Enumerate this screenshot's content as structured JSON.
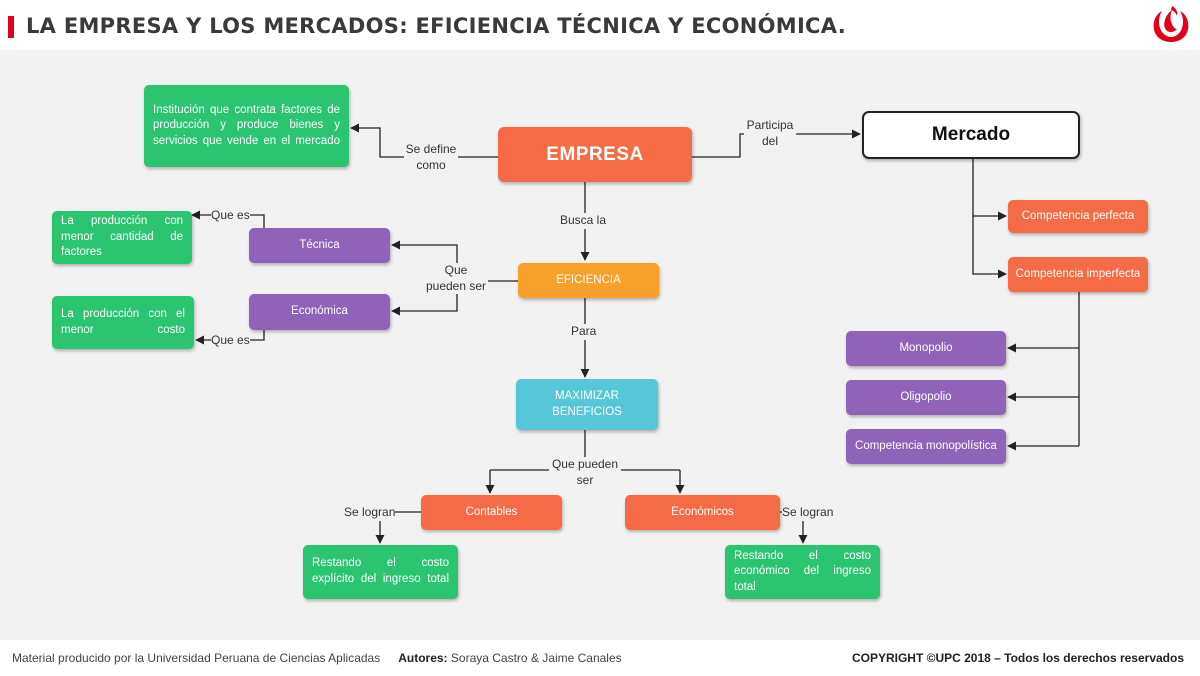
{
  "header": {
    "title": "LA EMPRESA Y LOS MERCADOS: EFICIENCIA TÉCNICA Y ECONÓMICA."
  },
  "nodes": {
    "empresa": "EMPRESA",
    "mercado": "Mercado",
    "definicion": "Institución que contrata factores de producción y produce bienes y servicios que vende en el mercado",
    "competencia_perfecta": "Competencia perfecta",
    "competencia_imperfecta": "Competencia imperfecta",
    "monopolio": "Monopolio",
    "oligopolio": "Oligopolio",
    "competencia_monopolistica": "Competencia monopolística",
    "eficiencia": "EFICIENCIA",
    "tecnica": "Técnica",
    "economica": "Económica",
    "tecnica_def": "La producción con menor cantidad de factores",
    "economica_def": "La producción con el menor costo",
    "maximizar": "MAXIMIZAR BENEFICIOS",
    "contables": "Contables",
    "economicos": "Económicos",
    "contables_def": "Restando el costo explícito del ingreso total",
    "economicos_def": "Restando el costo económico del ingreso total"
  },
  "labels": {
    "se_define_como": "Se define como",
    "participa_del": "Participa del",
    "busca_la": "Busca la",
    "que_pueden_ser": "Que pueden ser",
    "que_es_1": "Que es",
    "que_es_2": "Que es",
    "para": "Para",
    "que_pueden_ser_2": "Que pueden ser",
    "se_logran_1": "Se logran",
    "se_logran_2": "Se logran"
  },
  "footer": {
    "source": "Material producido por la Universidad Peruana de Ciencias Aplicadas",
    "authors_label": "Autores:",
    "authors": "Soraya Castro & Jaime Canales",
    "copyright": "COPYRIGHT ©UPC 2018 – Todos los derechos reservados"
  },
  "colors": {
    "accent_red": "#e3001b",
    "orange": "#f56b45",
    "amber": "#f8a02c",
    "purple": "#8f63b8",
    "green": "#2bc46f",
    "cyan": "#56c7d8"
  }
}
